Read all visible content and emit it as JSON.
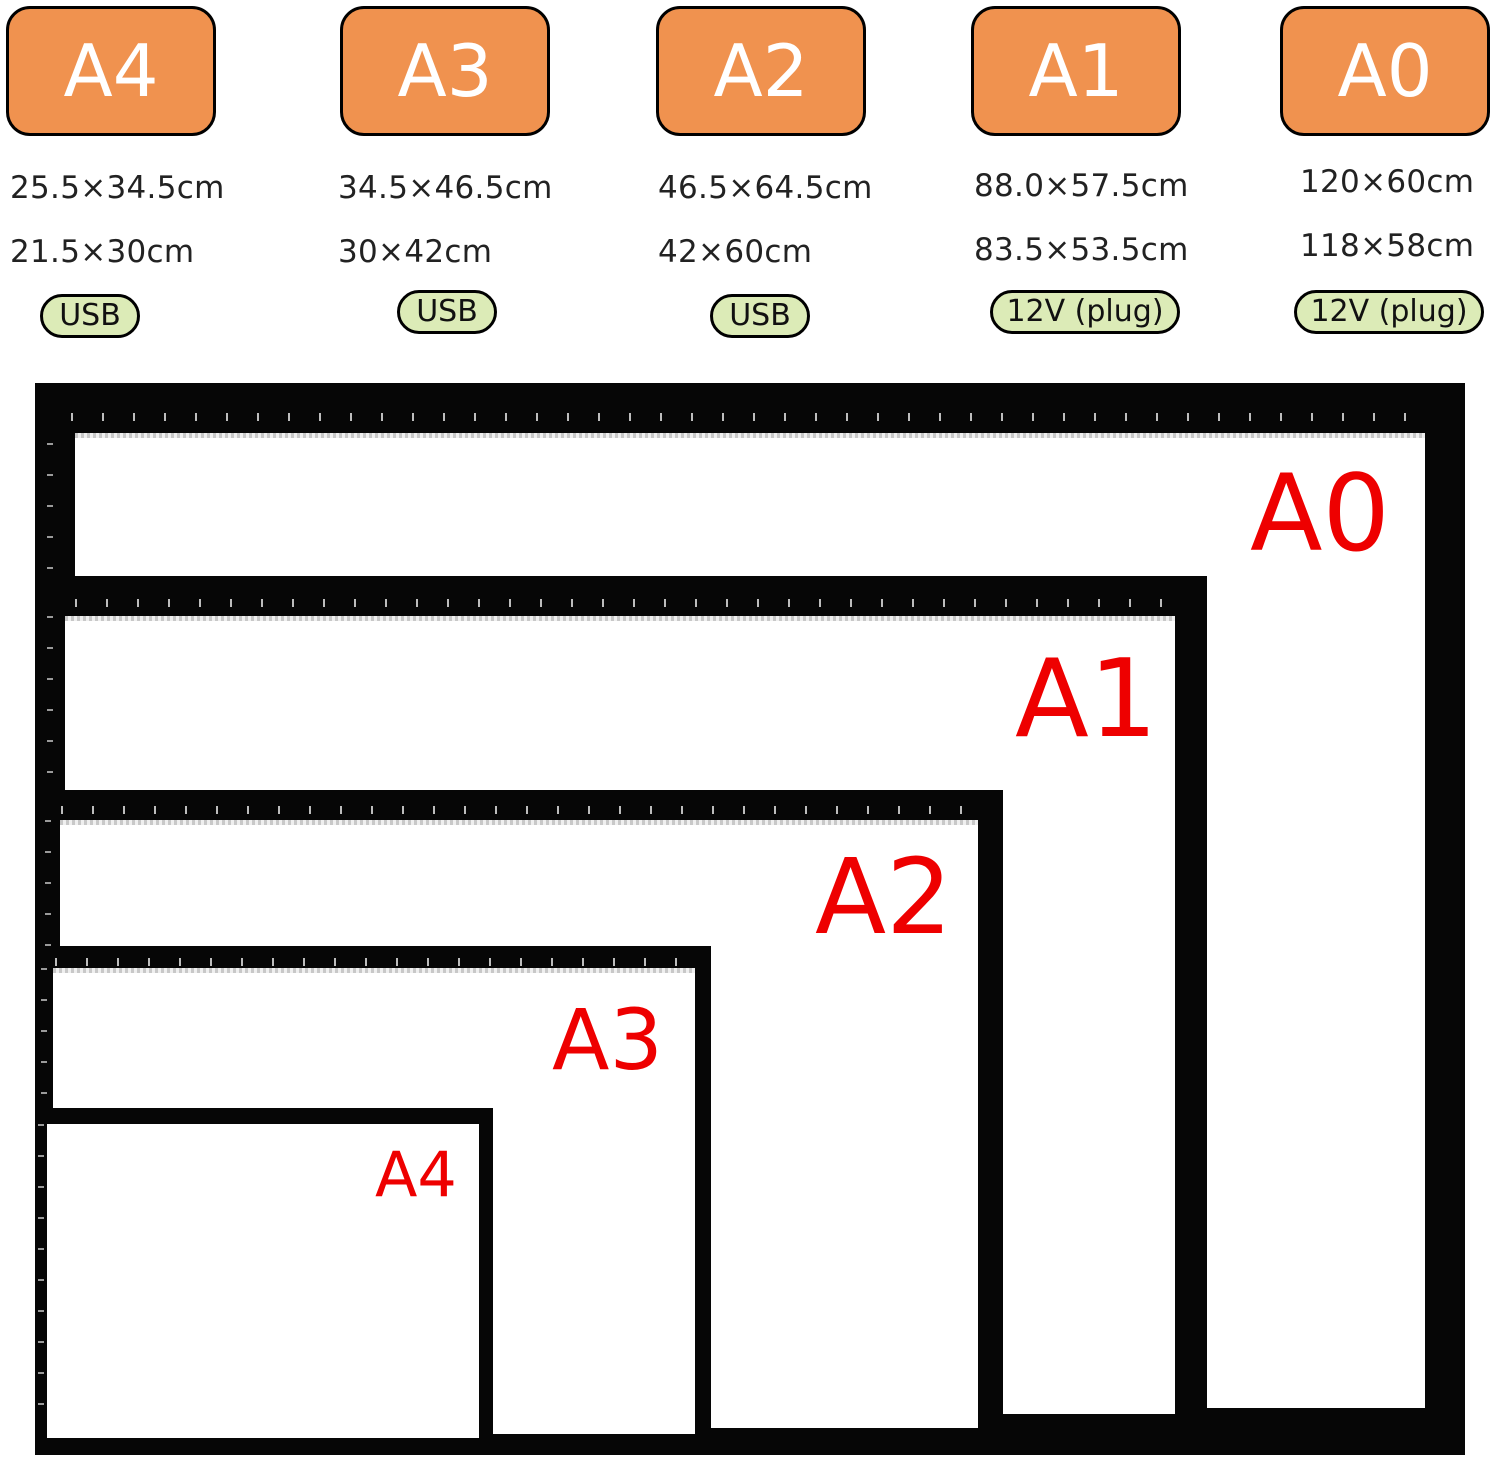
{
  "specs": [
    {
      "size": "A4",
      "outer": "25.5×34.5cm",
      "inner": "21.5×30cm",
      "power": "USB"
    },
    {
      "size": "A3",
      "outer": "34.5×46.5cm",
      "inner": "30×42cm",
      "power": "USB"
    },
    {
      "size": "A2",
      "outer": "46.5×64.5cm",
      "inner": "42×60cm",
      "power": "USB"
    },
    {
      "size": "A1",
      "outer": "88.0×57.5cm",
      "inner": "83.5×53.5cm",
      "power": "12V (plug)"
    },
    {
      "size": "A0",
      "outer": "120×60cm",
      "inner": "118×58cm",
      "power": "12V (plug)"
    }
  ],
  "boards": {
    "a0": "A0",
    "a1": "A1",
    "a2": "A2",
    "a3": "A3",
    "a4": "A4"
  },
  "colors": {
    "badge_fill": "#f0924f",
    "power_fill": "#dcebb7",
    "label_red": "#ee0000",
    "board_frame": "#060606"
  }
}
